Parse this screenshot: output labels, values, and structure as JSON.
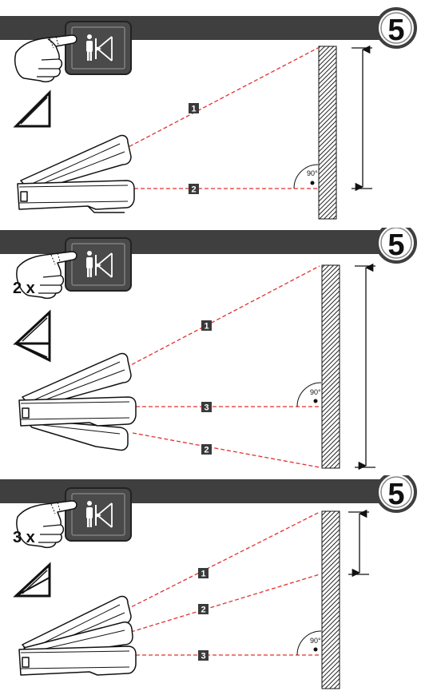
{
  "panels": [
    {
      "step": "5",
      "press_count": "",
      "measurements": [
        {
          "tag": "1"
        },
        {
          "tag": "2"
        }
      ],
      "angle": "90°"
    },
    {
      "step": "5",
      "press_count": "2 x",
      "measurements": [
        {
          "tag": "1"
        },
        {
          "tag": "3"
        },
        {
          "tag": "2"
        }
      ],
      "angle": "90°"
    },
    {
      "step": "5",
      "press_count": "3 x",
      "measurements": [
        {
          "tag": "1"
        },
        {
          "tag": "2"
        },
        {
          "tag": "3"
        }
      ],
      "angle": "90°"
    }
  ],
  "colors": {
    "header_bar": "#3f3f3f",
    "button": "#4a4a4a",
    "laser": "#e23030",
    "tag_bg": "#3a3a3a",
    "wall_hatch": "#222222"
  },
  "icons": [
    "hand-press-icon",
    "person-laser-icon",
    "triangle-mode-icon",
    "indirect-height-icon",
    "distance-meter-device",
    "wall-hatch",
    "dimension-arrow"
  ]
}
